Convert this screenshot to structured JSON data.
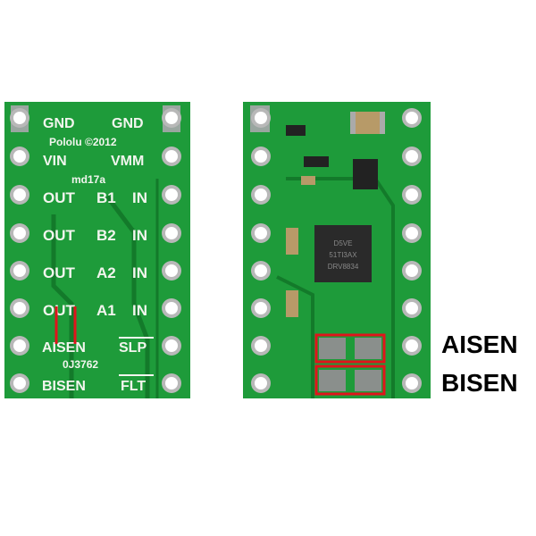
{
  "colors": {
    "pcb": "#1e9b3a",
    "pcb_dark": "#137a2a",
    "silkscreen": "#f2f5ee",
    "highlight": "#e0141c",
    "pad": "#c9c9c9"
  },
  "back_board": {
    "header": [
      "GND",
      "GND"
    ],
    "brand": "Pololu ©2012",
    "power": [
      "VIN",
      "VMM"
    ],
    "model": "md17a",
    "rows": [
      {
        "left": "OUT",
        "mid": "B1",
        "right": "IN"
      },
      {
        "left": "OUT",
        "mid": "B2",
        "right": "IN"
      },
      {
        "left": "OUT",
        "mid": "A2",
        "right": "IN"
      },
      {
        "left": "OUT",
        "mid": "A1",
        "right": "IN"
      }
    ],
    "aisen": "AISEN",
    "slp": "SLP",
    "part_no": "0J3762",
    "bisen": "BISEN",
    "flt": "FLT"
  },
  "front_board": {
    "chip_marking": [
      "DRV8834",
      "51TI3AX",
      "D5VE"
    ]
  },
  "callouts": {
    "aisen": "AISEN",
    "bisen": "BISEN"
  }
}
